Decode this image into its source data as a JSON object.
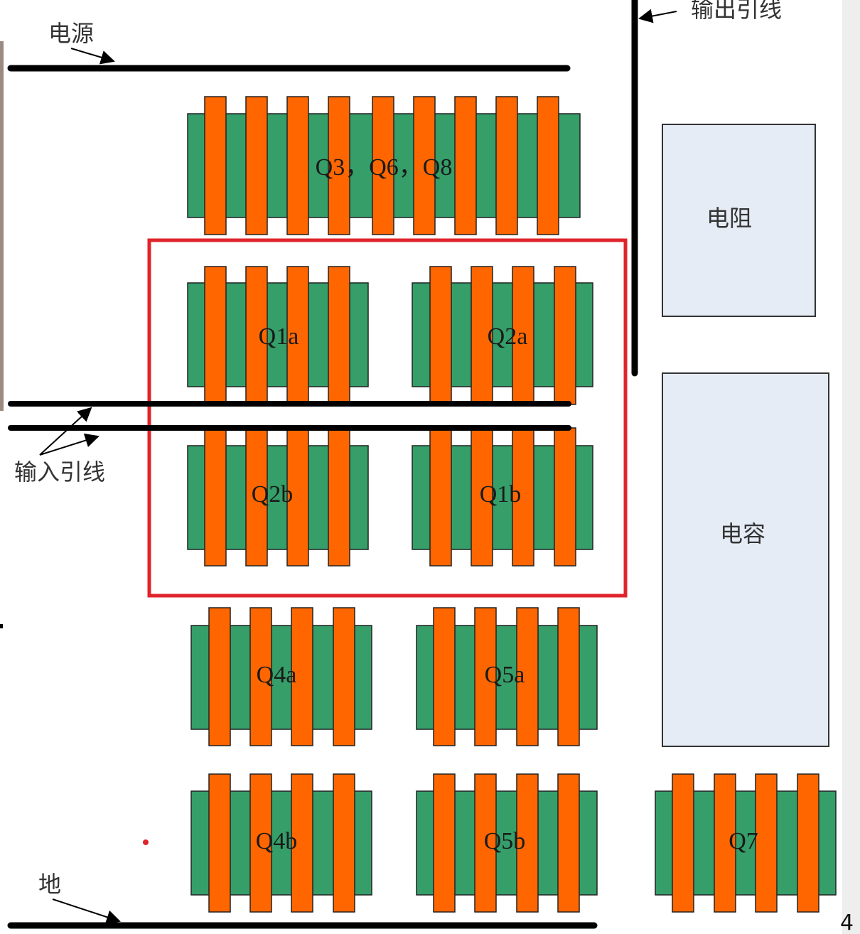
{
  "labels": {
    "power": "电源",
    "output_lead": "输出引线",
    "input_lead": "输入引线",
    "ground": "地",
    "resistor": "电阻",
    "capacitor": "电容",
    "page_number": "4"
  },
  "transistors": {
    "q368": "Q3，Q6，Q8",
    "q1a": "Q1a",
    "q2a": "Q2a",
    "q2b": "Q2b",
    "q1b": "Q1b",
    "q4a": "Q4a",
    "q5a": "Q5a",
    "q4b": "Q4b",
    "q5b": "Q5b",
    "q7": "Q7"
  },
  "colors": {
    "diffusion": "#359e69",
    "gate": "#ff6600",
    "component_fill": "#e5ecf6",
    "highlight": "#e0242b",
    "line": "#000000"
  }
}
